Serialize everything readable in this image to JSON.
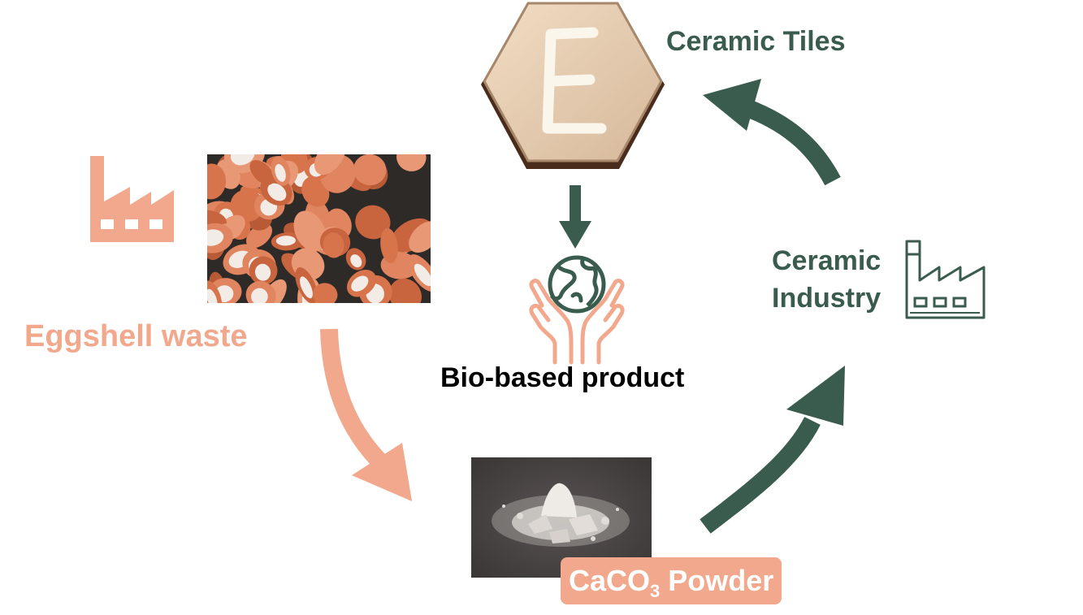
{
  "labels": {
    "ceramic_tiles": "Ceramic Tiles",
    "ceramic_industry_line1": "Ceramic",
    "ceramic_industry_line2": "Industry",
    "eggshell_waste": "Eggshell waste",
    "bio_based_product": "Bio-based product",
    "powder_pre": "CaCO",
    "powder_sub": "3",
    "powder_post": " Powder"
  },
  "tile_letter": "E",
  "colors": {
    "salmon": "#F2A88C",
    "dark_green": "#3A5C4E",
    "text_black": "#000000"
  },
  "icons": {
    "eggshell_factory": "factory-icon",
    "ceramic_factory": "factory-outline-icon",
    "bio_product": "globe-in-hands-icon"
  }
}
